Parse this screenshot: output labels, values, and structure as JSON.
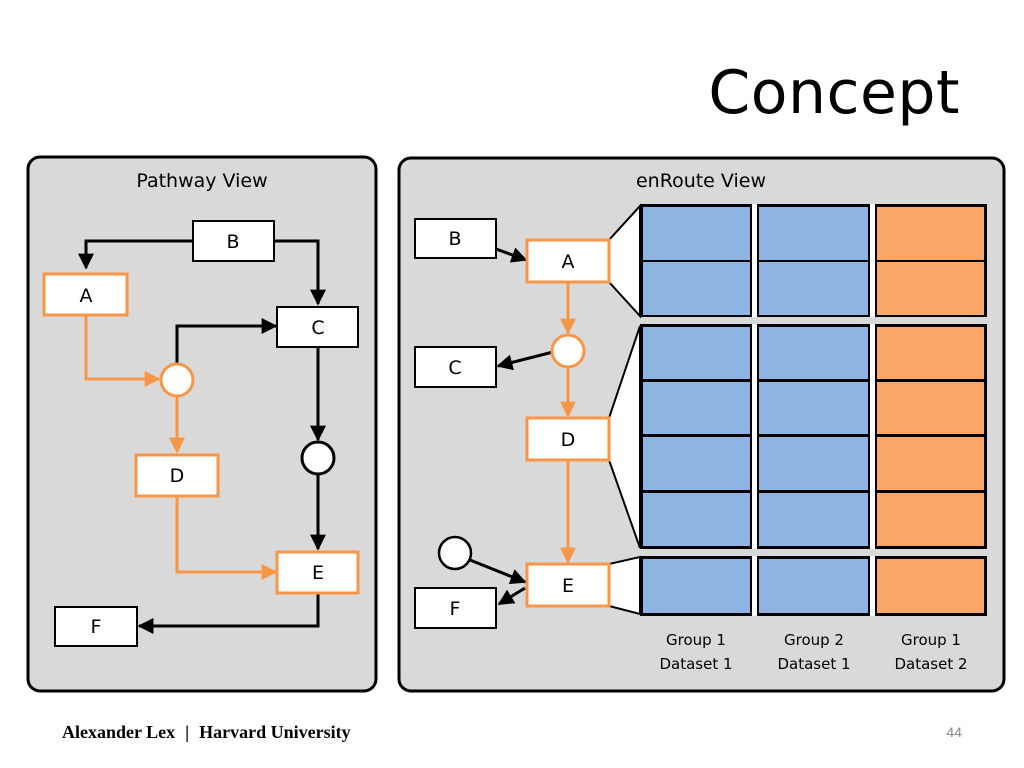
{
  "slide": {
    "title": "Concept",
    "footer": {
      "author": "Alexander Lex",
      "separator": "|",
      "institution": "Harvard University"
    },
    "page_number": "44"
  },
  "colors": {
    "panel_fill": "#d9d9d9",
    "highlight": "#f79646",
    "dataset1": "#8eb4e3",
    "dataset2": "#fca667",
    "node_fill": "#ffffff",
    "ink": "#000000"
  },
  "pathway_view": {
    "title": "Pathway View",
    "nodes": {
      "a": "A",
      "b": "B",
      "c": "C",
      "d": "D",
      "e": "E",
      "f": "F"
    }
  },
  "enroute_view": {
    "title": "enRoute View",
    "nodes": {
      "a": "A",
      "b": "B",
      "c": "C",
      "d": "D",
      "e": "E",
      "f": "F"
    },
    "columns": [
      {
        "line1": "Group 1",
        "line2": "Dataset 1"
      },
      {
        "line1": "Group 2",
        "line2": "Dataset 1"
      },
      {
        "line1": "Group 1",
        "line2": "Dataset 2"
      }
    ]
  }
}
